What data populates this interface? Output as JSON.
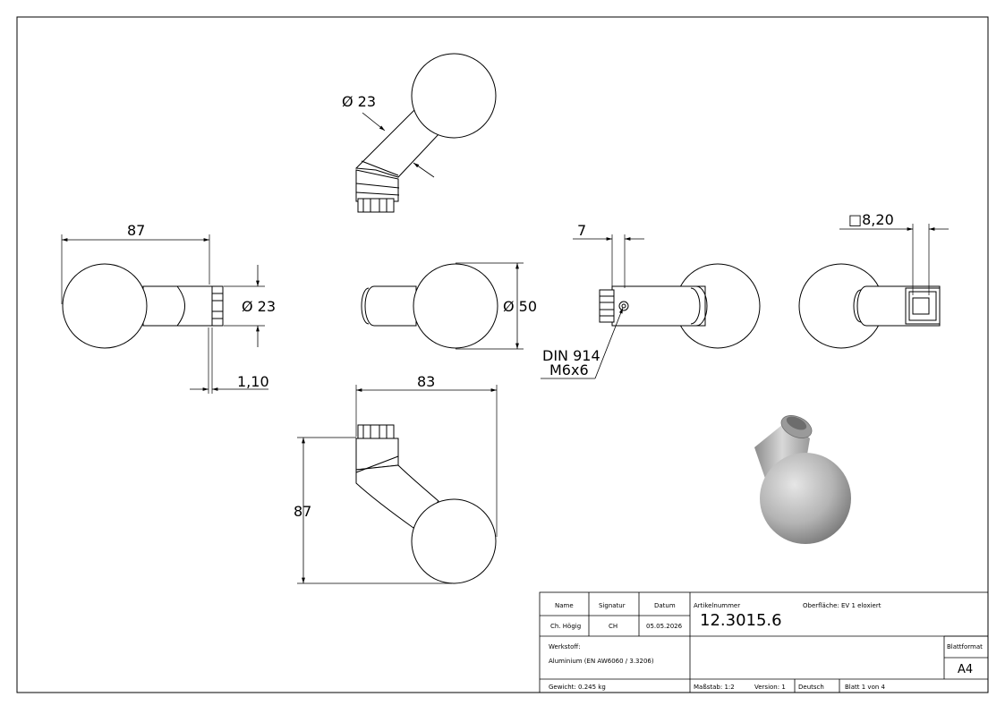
{
  "dimensions": {
    "top_diameter": "Ø 23",
    "left_length": "87",
    "left_diameter": "Ø 23",
    "left_collar": "1,10",
    "front_diameter": "Ø 50",
    "right_offset": "7",
    "screw_line1": "DIN 914",
    "screw_line2": "M6x6",
    "square": "□8,20",
    "bottom_width": "83",
    "bottom_height": "87"
  },
  "title_block": {
    "h_name": "Name",
    "h_signatur": "Signatur",
    "h_datum": "Datum",
    "name": "Ch. Högig",
    "signatur": "CH",
    "datum": "05.05.2026",
    "artikelnummer_label": "Artikelnummer",
    "artikelnummer": "12.3015.6",
    "oberflaeche": "Oberfläche: EV 1 eloxiert",
    "werkstoff_label": "Werkstoff:",
    "werkstoff": "Aluminium (EN AW6060 / 3.3206)",
    "blattformat_label": "Blattformat",
    "blattformat": "A4",
    "gewicht": "Gewicht: 0.245 kg",
    "massstab": "Maßstab: 1:2",
    "version": "Version: 1",
    "sprache": "Deutsch",
    "blatt": "Blatt 1 von 4"
  }
}
